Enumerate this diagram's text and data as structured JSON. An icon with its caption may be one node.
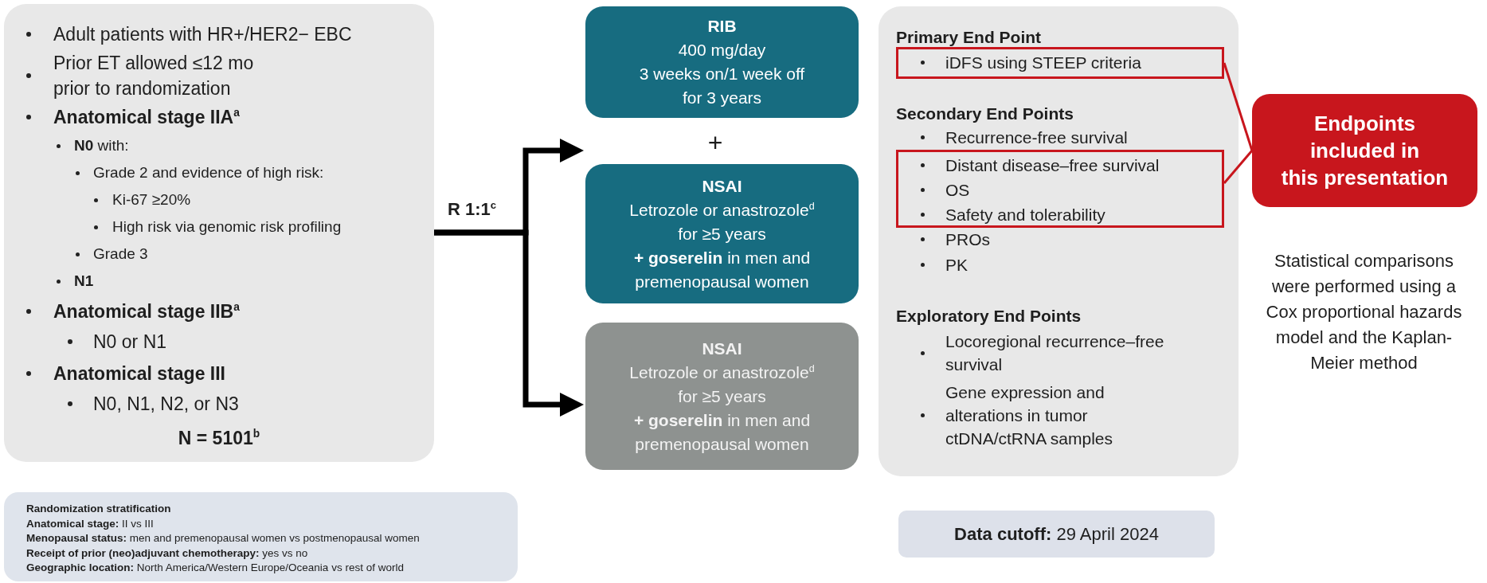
{
  "diagram": {
    "nodes": [
      {
        "text": [
          "Adult patients with HR+/HER2− EBC",
          "Prior ET allowed ≤12 mo prior to randomization",
          "Anatomical stage IIA$^{a}$",
          "**N0** with:",
          "Grade 2 and evidence of high risk:",
          "Ki-67 ≥20%",
          "High risk via genomic risk profiling",
          "Grade 3",
          "N1",
          "Anatomical stage IIB$^{a}$",
          "N0 or N1",
          "Anatomical stage III",
          "N0, N1, N2, or N3",
          "N = 5101$^{b}$"
        ]
      },
      {
        "text": [
          "RIB",
          "400 mg/day",
          "3 weeks on/1 week off",
          "for 3 years"
        ]
      },
      {
        "text": [
          "NSAI",
          "Letrozole or anastrozole$^{d}$ for ≥5 years",
          "**+ goserelin** in men and premenopausal women"
        ]
      },
      {
        "text": [
          "NSAI",
          "Letrozole or anastrozole$^{d}$ for ≥5 years",
          "**+ goserelin** in men and premenopausal women"
        ]
      },
      {
        "text": [
          "Primary End Point",
          "Secondary End Points",
          "Recurrence-free survival",
          "PROs",
          "PK",
          "Exploratory End Points",
          "Locoregional recurrence–free survival",
          "Gene expression and alterations in tumor ctDNA/ctRNA samples"
        ]
      },
      {
        "text": [
          "iDFS using STEEP criteria"
        ],
        "in": 4
      },
      {
        "text": [
          "Distant disease–free survival",
          "OS",
          "Safety and tolerability"
        ],
        "in": 4
      },
      {
        "text": [
          "Endpoints included in this presentation"
        ]
      },
      {
        "text": [
          "Randomization stratification",
          "**Anatomical stage:** II vs III",
          "**Menopausal status:** men and premenopausal women vs postmenopausal women",
          "**Receipt of prior (neo)adjuvant chemotherapy:** yes vs no",
          "**Geographic location:** North America/Western Europe/Oceania vs rest of world"
        ]
      },
      {
        "text": [
          "**Data cutoff:** 29 April 2024"
        ]
      }
    ],
    "edges": [
      {
        "from": 0,
        "to": 2,
        "arrow": "to",
        "label": "R 1:1$^{c}$",
        "style": "thick"
      },
      {
        "from": 0,
        "to": 3,
        "arrow": "to",
        "style": "thick"
      },
      {
        "from": 5,
        "to": 7,
        "arrow": "none",
        "color": "#c8161d"
      },
      {
        "from": 6,
        "to": 7,
        "arrow": "none",
        "color": "#c8161d"
      }
    ],
    "labels": [
      "+",
      "Statistical comparisons were performed using a Cox proportional hazards model and the Kaplan-Meier method"
    ]
  }
}
